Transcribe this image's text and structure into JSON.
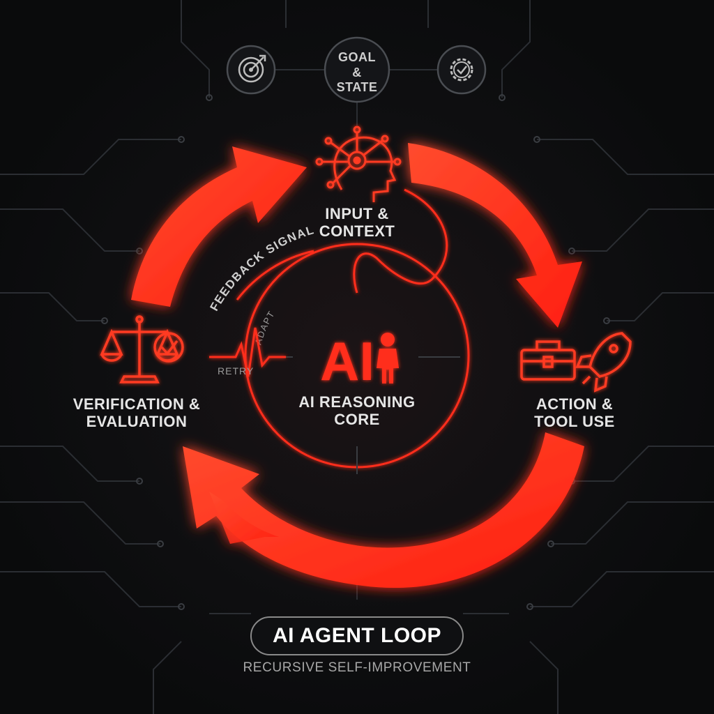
{
  "diagram": {
    "goal": {
      "line1": "GOAL",
      "line2": "&",
      "line3": "STATE"
    },
    "input": {
      "line1": "INPUT &",
      "line2": "CONTEXT"
    },
    "action": {
      "line1": "ACTION &",
      "line2": "TOOL USE"
    },
    "verification": {
      "line1": "VERIFICATION &",
      "line2": "EVALUATION"
    },
    "core": {
      "line1": "AI REASONING",
      "line2": "CORE",
      "logo_text": "AI"
    },
    "feedback": {
      "signal_label": "FEEDBACK SIGNAL",
      "adapt_label": "ADAPT",
      "retry_label": "RETRY"
    },
    "title": "AI AGENT LOOP",
    "subtitle": "RECURSIVE SELF-IMPROVEMENT"
  },
  "colors": {
    "accent": "#ff2d1a",
    "accent_glow": "#ff4a2a",
    "circuit": "#2a2d31",
    "background": "#0b0c0e",
    "text": "#e6e6e6"
  },
  "icons": [
    "target-icon",
    "gear-check-icon",
    "head-network-icon",
    "toolbox-icon",
    "rocket-icon",
    "scales-icon",
    "check-circle-icon",
    "person-icon",
    "pulse-icon"
  ]
}
